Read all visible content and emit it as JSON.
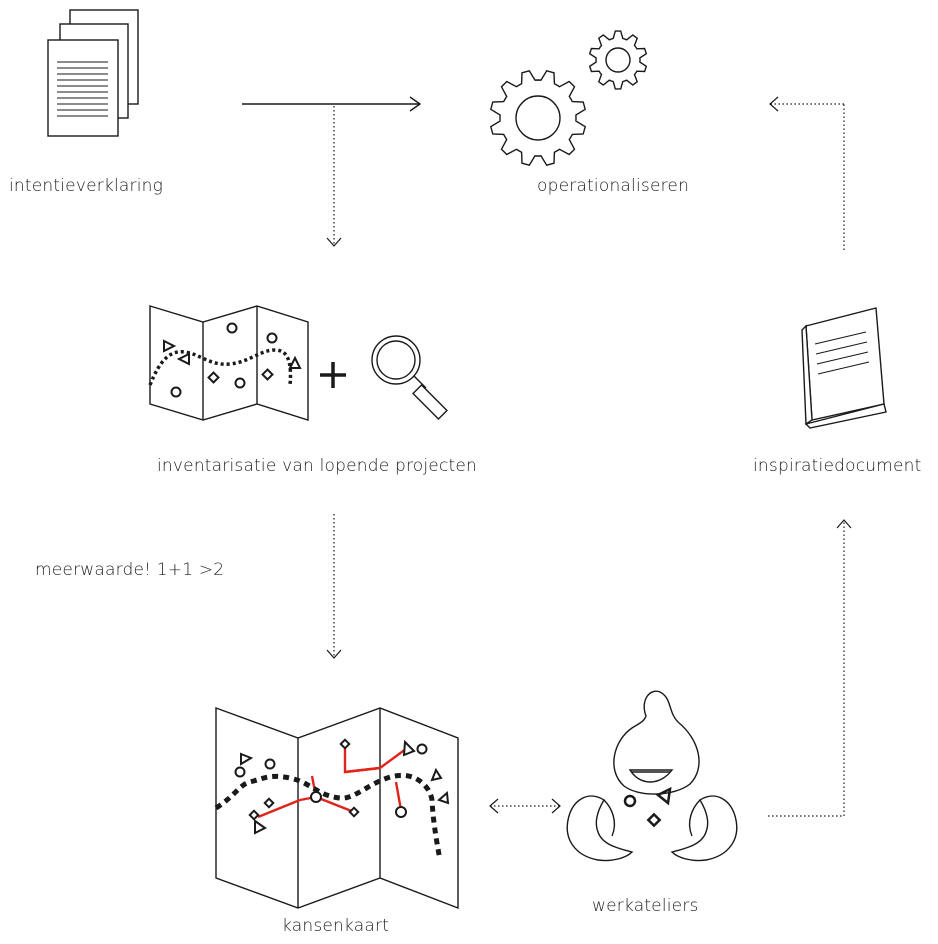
{
  "labels": {
    "intentieverklaring": "intentieverklaring",
    "operationaliseren": "operationaliseren",
    "inventarisatie": "inventarisatie van lopende projecten",
    "inspiratiedocument": "inspiratiedocument",
    "meerwaarde": "meerwaarde! 1+1 >2",
    "kansenkaart": "kansenkaart",
    "werkateliers": "werkateliers"
  },
  "icons": {
    "documents": "document-stack-icon",
    "gears": "gears-icon",
    "map": "folded-map-icon",
    "plus": "plus-icon",
    "magnifier": "magnifier-icon",
    "booklet": "booklet-icon",
    "opportunity_map": "opportunity-map-icon",
    "workshop": "workshop-group-icon"
  },
  "colors": {
    "line": "#1a1a1a",
    "accent": "#e2231a"
  }
}
